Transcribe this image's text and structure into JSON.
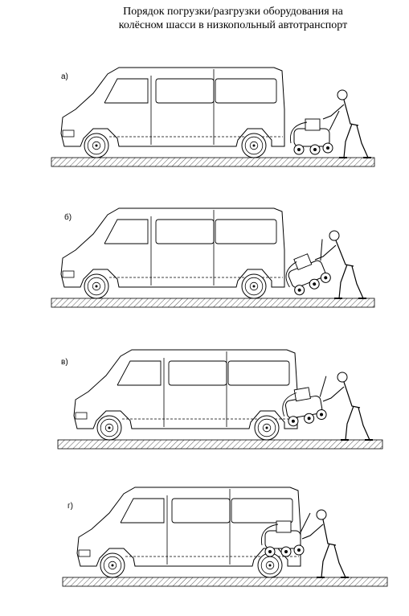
{
  "title": {
    "line1": "Порядок погрузки/разгрузки оборудования на",
    "line2": "колёсном шасси в низкопольный автотранспорт"
  },
  "panels": [
    {
      "label": "а)"
    },
    {
      "label": "б)"
    },
    {
      "label": "в)"
    },
    {
      "label": "г)"
    }
  ],
  "colors": {
    "line": "#000000",
    "hatch": "#555555"
  }
}
